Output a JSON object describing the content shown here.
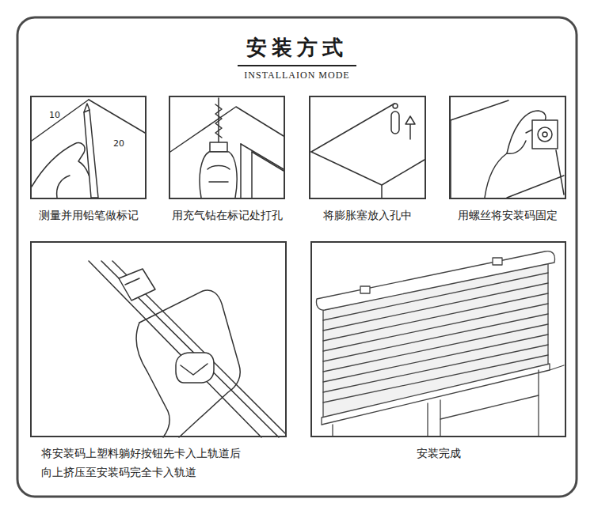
{
  "diagram": {
    "title": "安装方式",
    "nodes": [
      {
        "text": [
          "测量并用铅笔做标记"
        ]
      },
      {
        "text": [
          "用充气钻在标记处打孔"
        ]
      },
      {
        "text": [
          "将膨胀塞放入孔中"
        ]
      },
      {
        "text": [
          "用螺丝将安装码固定"
        ]
      },
      {
        "text": [
          "将安装码上塑料躺好按钮先卡入上轨道后 向上挤压至安装码完全卡入轨道"
        ]
      },
      {
        "text": [
          "安装完成"
        ]
      }
    ],
    "labels": [
      "INSTALLAION MODE",
      "10",
      "20"
    ]
  }
}
